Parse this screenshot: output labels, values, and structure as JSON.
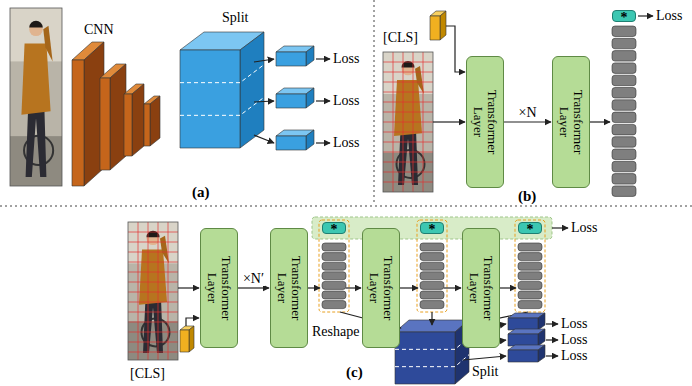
{
  "diagram": {
    "nodes": [
      {
        "text": [
          "Transformer Layer"
        ]
      },
      {
        "text": [
          "Transformer Layer"
        ]
      },
      {
        "text": [
          "*"
        ]
      },
      {
        "text": [
          "Transformer Layer"
        ]
      },
      {
        "text": [
          "Transformer Layer"
        ]
      },
      {
        "text": [
          "*"
        ]
      },
      {
        "text": [
          "Transformer Layer"
        ]
      },
      {
        "text": [
          "*"
        ]
      },
      {
        "text": [
          "Transformer Layer"
        ]
      },
      {
        "text": [
          "*"
        ]
      }
    ],
    "edges": [
      {
        "from": 0,
        "to": 1,
        "label": "×N",
        "arrow": "to"
      },
      {
        "from": 3,
        "to": 4,
        "label": "×N′",
        "arrow": "to"
      }
    ],
    "labels": [
      "CNN",
      "Split",
      "Loss",
      "Loss",
      "Loss",
      "(a)",
      "[CLS]",
      "Loss",
      "(b)",
      "Loss",
      "Reshape",
      "Split",
      "Loss",
      "Loss",
      "Loss",
      "[CLS]",
      "(c)"
    ]
  }
}
